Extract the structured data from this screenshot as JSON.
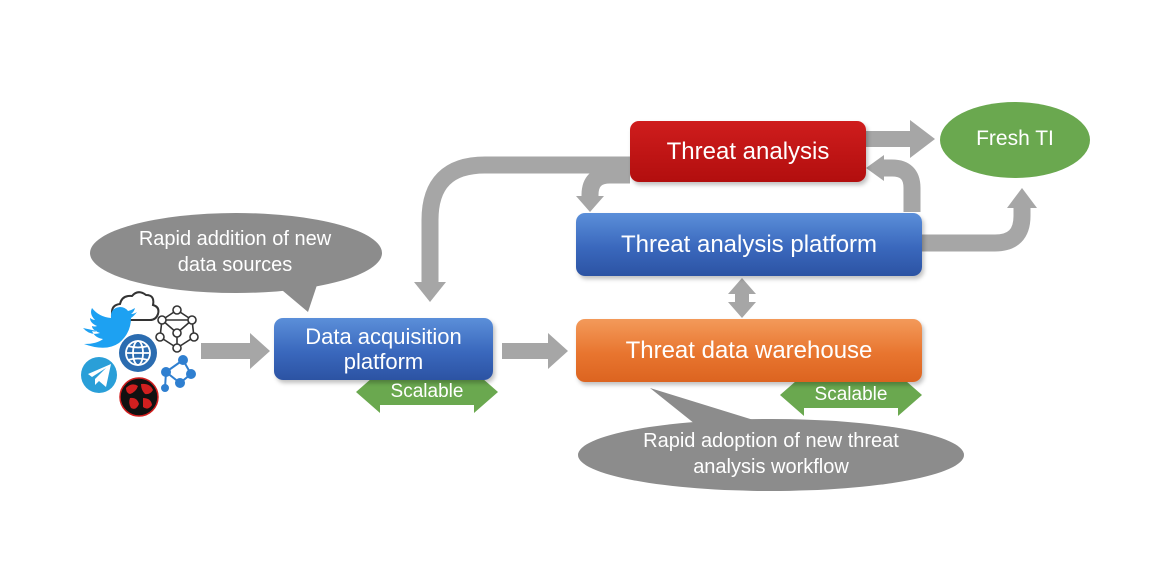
{
  "nodes": {
    "data_acquisition": "Data acquisition platform",
    "threat_analysis": "Threat analysis",
    "threat_analysis_platform": "Threat analysis platform",
    "threat_data_warehouse": "Threat data warehouse",
    "fresh_ti": "Fresh TI"
  },
  "callouts": {
    "new_sources": "Rapid addition of new data sources",
    "new_workflow": "Rapid adoption of new threat analysis workflow"
  },
  "badges": {
    "scalable_acquisition": "Scalable",
    "scalable_warehouse": "Scalable"
  },
  "sources": [
    "cloud-icon",
    "network-mesh-icon",
    "twitter-icon",
    "globe-icon",
    "telegram-icon",
    "graph-icon",
    "world-map-icon"
  ],
  "colors": {
    "blue": "#3a68bd",
    "red": "#b91212",
    "orange": "#e8752f",
    "green": "#6aa84f",
    "gray": "#a6a6a6",
    "bubble": "#8c8c8c"
  }
}
